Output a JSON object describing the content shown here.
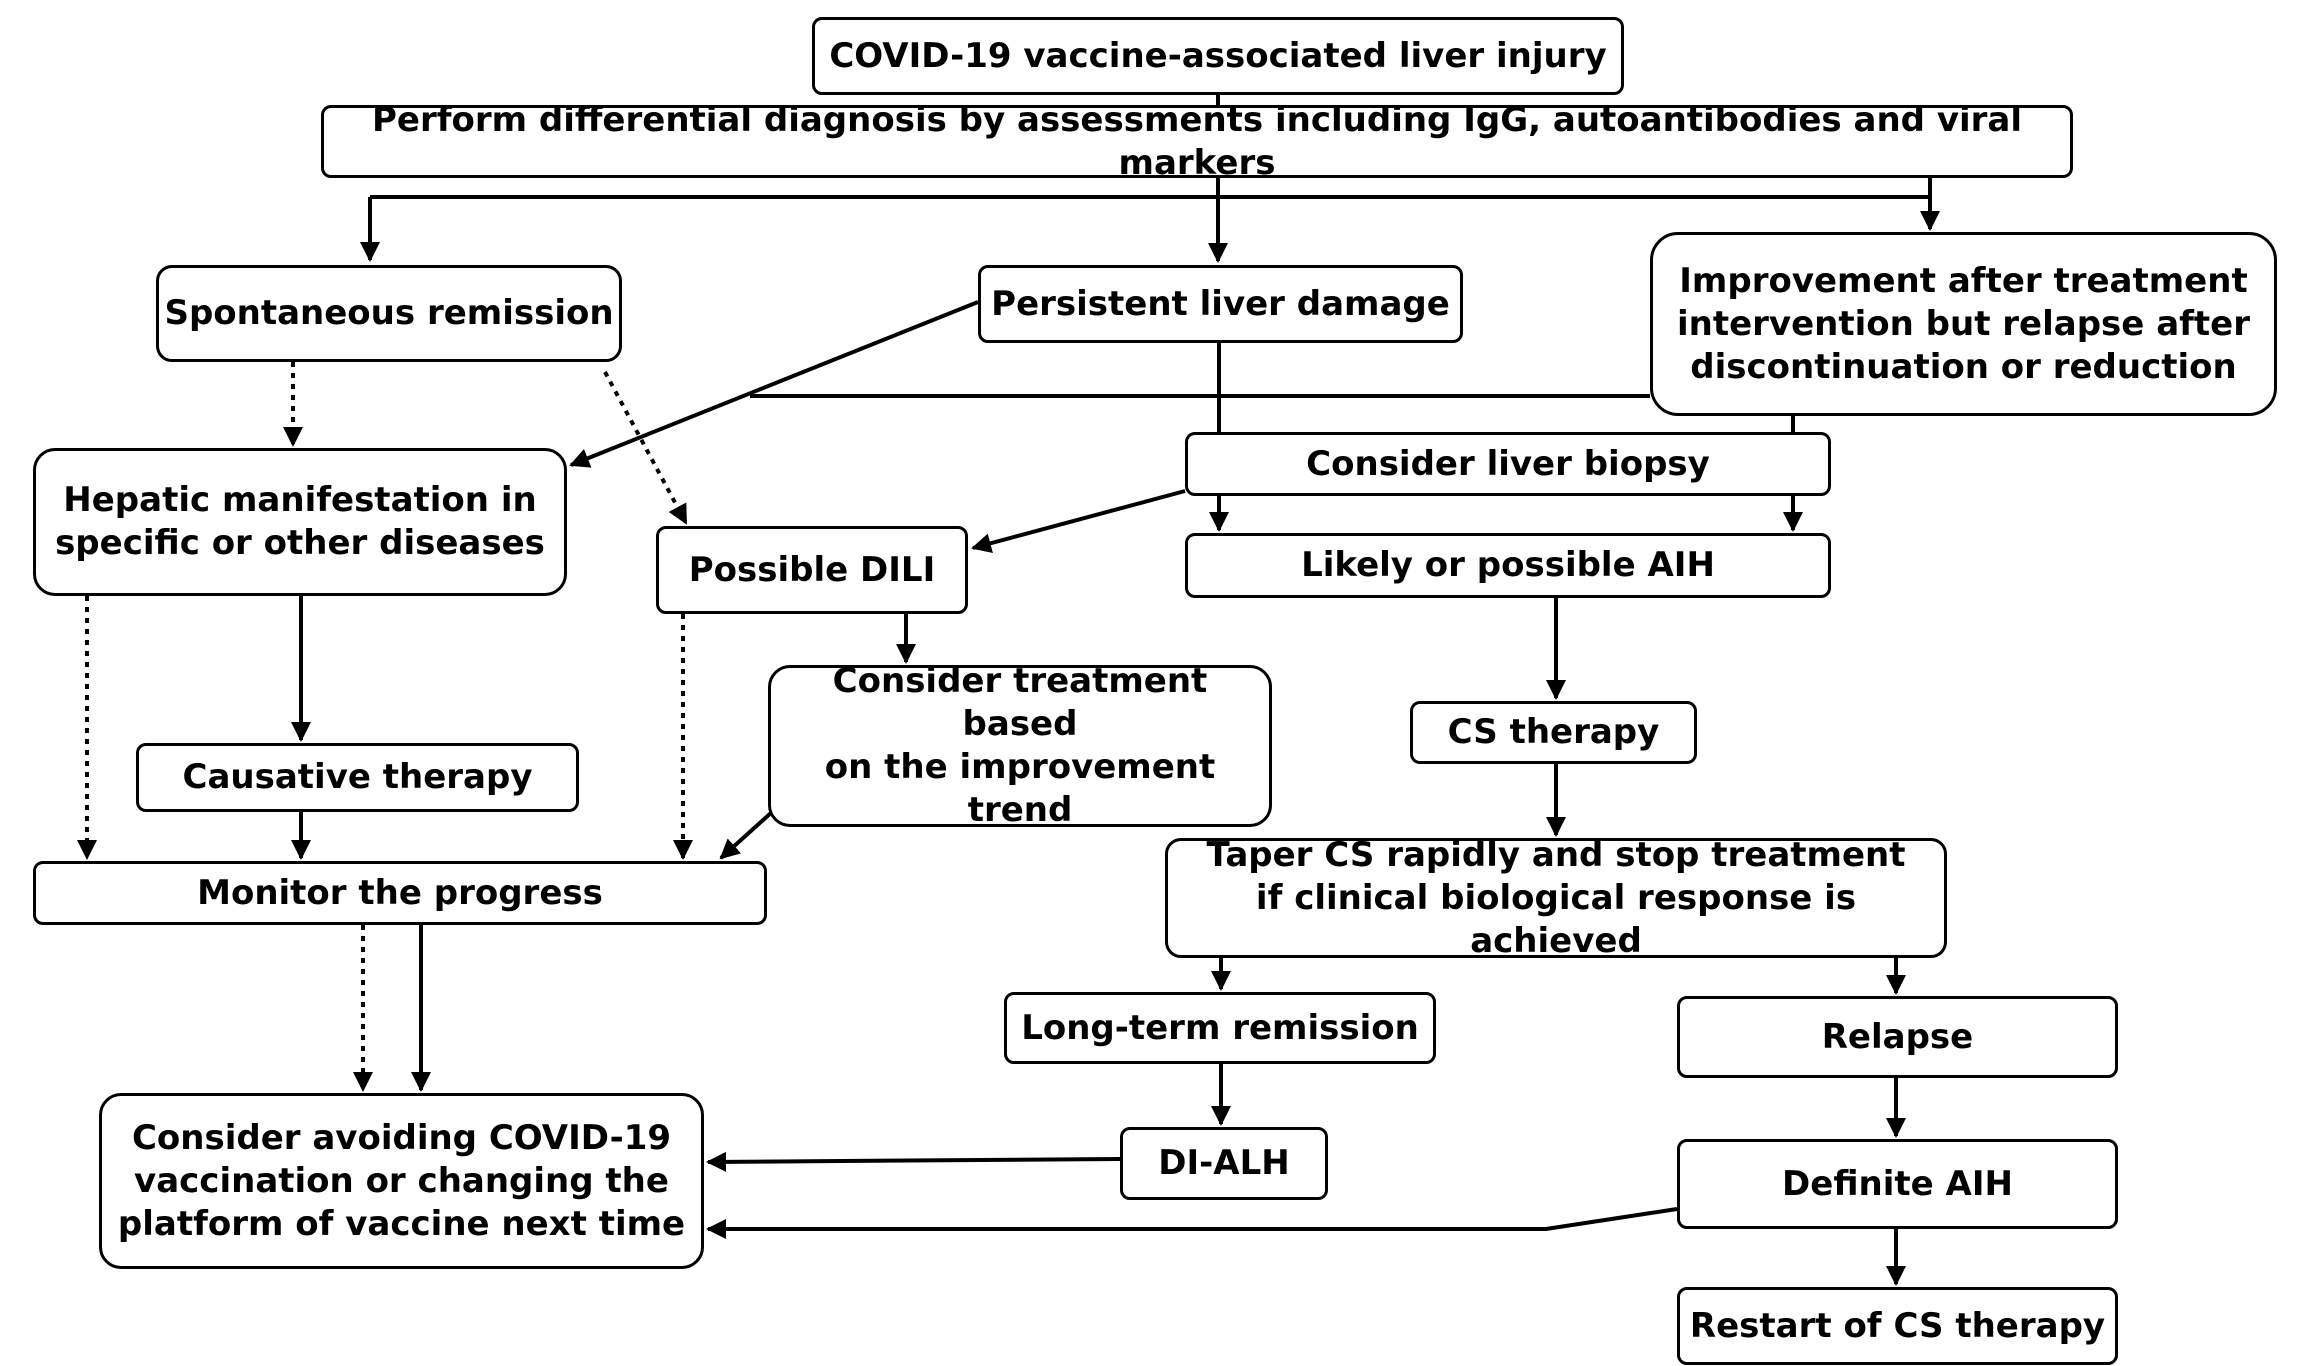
{
  "nodes": {
    "covid_liver_injury": "COVID-19 vaccine-associated liver injury",
    "differential_diagnosis": "Perform differential diagnosis by assessments including IgG, autoantibodies and viral markers",
    "spontaneous_remission": "Spontaneous remission",
    "persistent_liver_damage": "Persistent liver damage",
    "improvement_relapse": "Improvement after treatment\nintervention but relapse after\ndiscontinuation or reduction",
    "hepatic_manifestation": "Hepatic manifestation in\nspecific or other diseases",
    "consider_liver_biopsy": "Consider liver biopsy",
    "possible_dili": "Possible DILI",
    "likely_possible_aih": "Likely or possible AIH",
    "consider_treatment": "Consider treatment based\non the improvement\ntrend",
    "cs_therapy": "CS therapy",
    "causative_therapy": "Causative therapy",
    "monitor_progress": "Monitor the progress",
    "taper_cs": "Taper CS rapidly and stop treatment\nif clinical biological response is achieved",
    "long_term_remission": "Long-term remission",
    "relapse": "Relapse",
    "consider_avoiding": "Consider avoiding COVID-19\nvaccination or changing the\nplatform of vaccine next time",
    "di_alh": "DI-ALH",
    "definite_aih": "Definite AIH",
    "restart_cs": "Restart of CS therapy"
  }
}
